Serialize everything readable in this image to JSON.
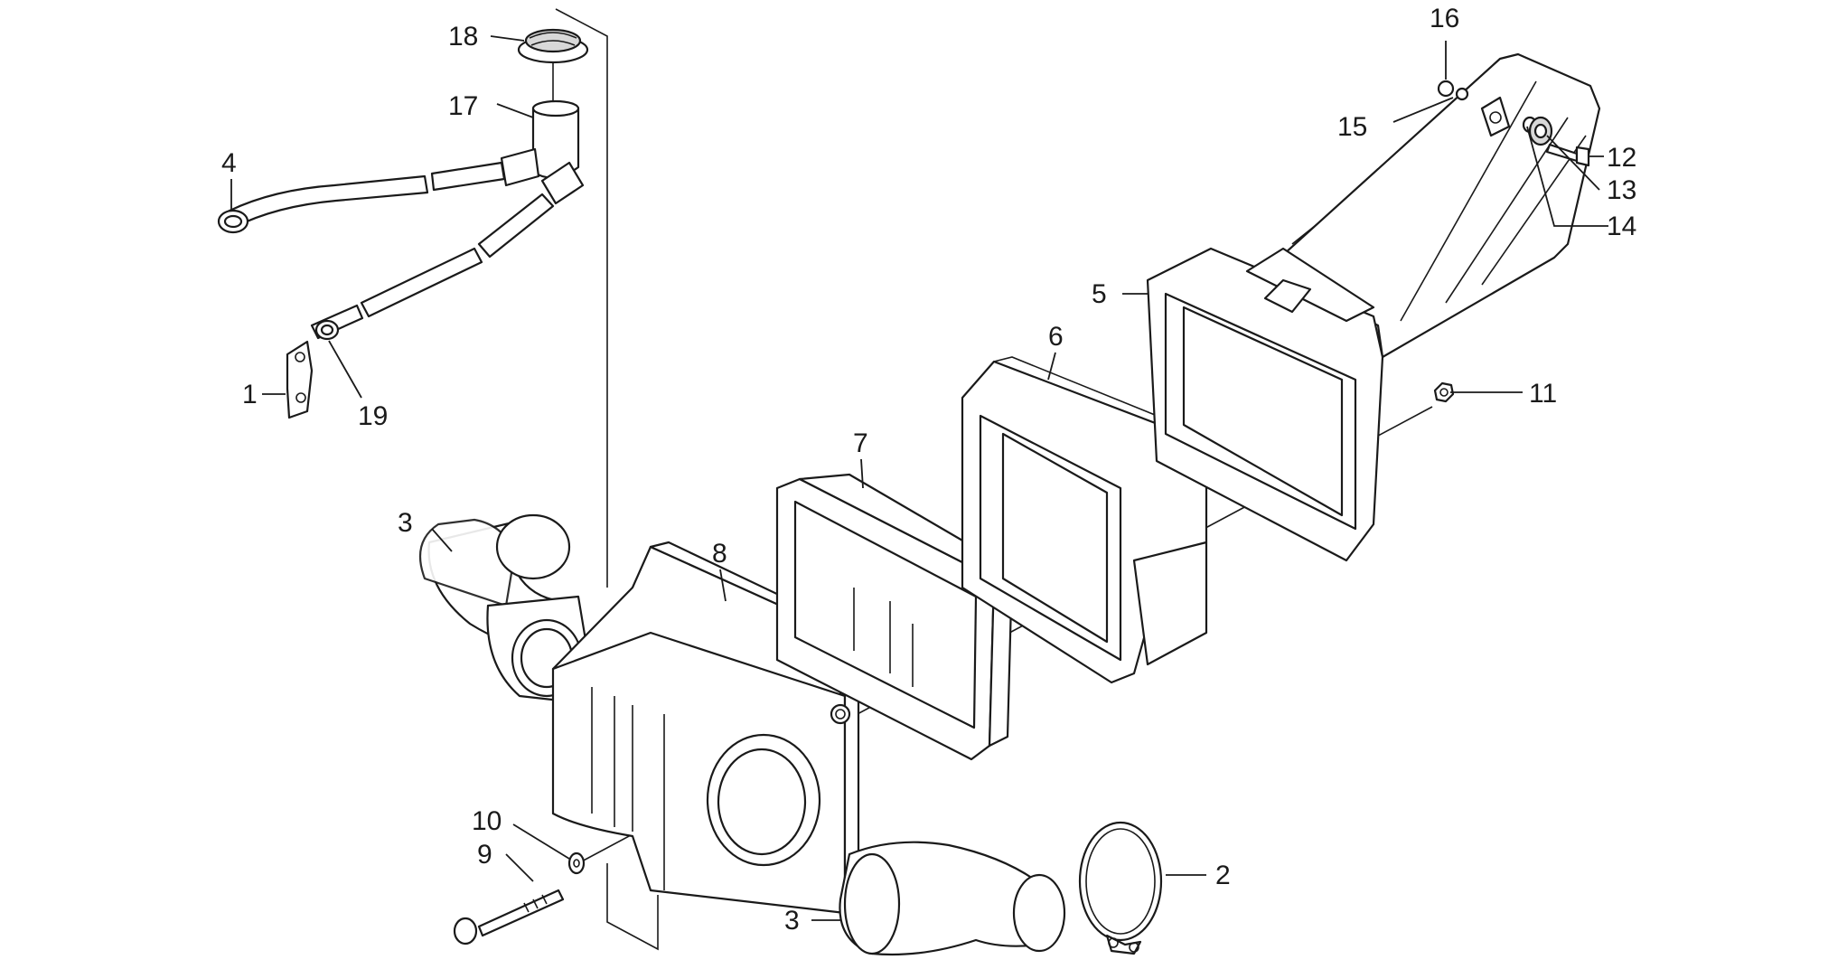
{
  "callouts": [
    {
      "id": "1",
      "text": "1"
    },
    {
      "id": "2",
      "text": "2"
    },
    {
      "id": "3a",
      "text": "3"
    },
    {
      "id": "3b",
      "text": "3"
    },
    {
      "id": "4",
      "text": "4"
    },
    {
      "id": "5",
      "text": "5"
    },
    {
      "id": "6",
      "text": "6"
    },
    {
      "id": "7",
      "text": "7"
    },
    {
      "id": "8",
      "text": "8"
    },
    {
      "id": "9",
      "text": "9"
    },
    {
      "id": "10",
      "text": "10"
    },
    {
      "id": "11",
      "text": "11"
    },
    {
      "id": "12",
      "text": "12"
    },
    {
      "id": "13",
      "text": "13"
    },
    {
      "id": "14",
      "text": "14"
    },
    {
      "id": "15",
      "text": "15"
    },
    {
      "id": "16",
      "text": "16"
    },
    {
      "id": "17",
      "text": "17"
    },
    {
      "id": "18",
      "text": "18"
    },
    {
      "id": "19",
      "text": "19"
    }
  ]
}
